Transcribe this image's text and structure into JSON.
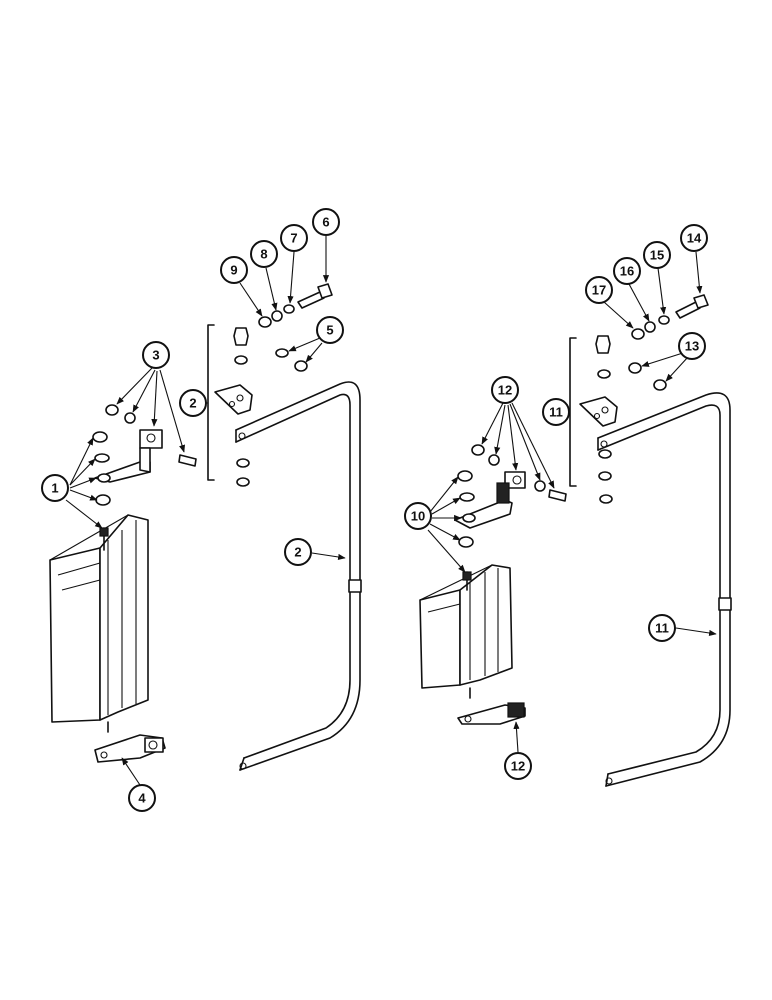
{
  "callouts": [
    {
      "id": "c1",
      "label": "1"
    },
    {
      "id": "c2a",
      "label": "2"
    },
    {
      "id": "c2b",
      "label": "2"
    },
    {
      "id": "c3",
      "label": "3"
    },
    {
      "id": "c4",
      "label": "4"
    },
    {
      "id": "c5",
      "label": "5"
    },
    {
      "id": "c6",
      "label": "6"
    },
    {
      "id": "c7",
      "label": "7"
    },
    {
      "id": "c8",
      "label": "8"
    },
    {
      "id": "c9",
      "label": "9"
    },
    {
      "id": "c10",
      "label": "10"
    },
    {
      "id": "c11a",
      "label": "11"
    },
    {
      "id": "c11b",
      "label": "11"
    },
    {
      "id": "c12a",
      "label": "12"
    },
    {
      "id": "c12b",
      "label": "12"
    },
    {
      "id": "c13",
      "label": "13"
    },
    {
      "id": "c14",
      "label": "14"
    },
    {
      "id": "c15",
      "label": "15"
    },
    {
      "id": "c16",
      "label": "16"
    },
    {
      "id": "c17",
      "label": "17"
    }
  ]
}
